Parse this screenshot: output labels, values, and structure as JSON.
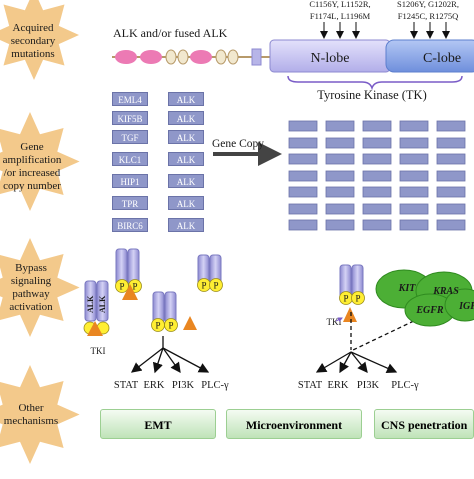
{
  "row_labels": {
    "acquired": [
      "Acquired",
      "secondary",
      "mutations"
    ],
    "amplification": [
      "Gene",
      "amplification",
      "/or increased",
      "copy number"
    ],
    "bypass": [
      "Bypass",
      "signaling",
      "pathway",
      "activation"
    ],
    "other": [
      "Other",
      "mechanisms"
    ]
  },
  "alk_title": "ALK and/or fused ALK",
  "n_lobe": "N-lobe",
  "c_lobe": "C-lobe",
  "tk_label": "Tyrosine Kinase (TK)",
  "mutations_n": [
    "C1156Y, L1152R,",
    "F1174L, L1196M"
  ],
  "mutations_c": [
    "S1206Y, G1202R,",
    "F1245C, R1275Q"
  ],
  "fusion_partners": [
    "EML4",
    "KIF5B",
    "TGF",
    "KLC1",
    "HIP1",
    "TPR",
    "BIRC6"
  ],
  "alk_gene": "ALK",
  "gene_copy": "Gene Copy",
  "phospho": "P",
  "tki": "TKI",
  "oncogenes": [
    "KIT",
    "KRAS",
    "EGFR",
    "IGF"
  ],
  "pathways": [
    "STAT",
    "ERK",
    "PI3K",
    "PLC-γ"
  ],
  "other_mechanisms": [
    "EMT",
    "Microenvironment",
    "CNS penetration"
  ],
  "colors": {
    "star": "#f3c98b",
    "purple": "#b7b5e8",
    "lobe_purple": "#c6c3ef",
    "lobe_blue": "#8ea9e6",
    "p_yellow": "#ffee33",
    "tki_orange": "#e98621",
    "green": "#4caf35",
    "pink": "#ec7ab4",
    "arrow_purple": "#7a5cc7"
  }
}
